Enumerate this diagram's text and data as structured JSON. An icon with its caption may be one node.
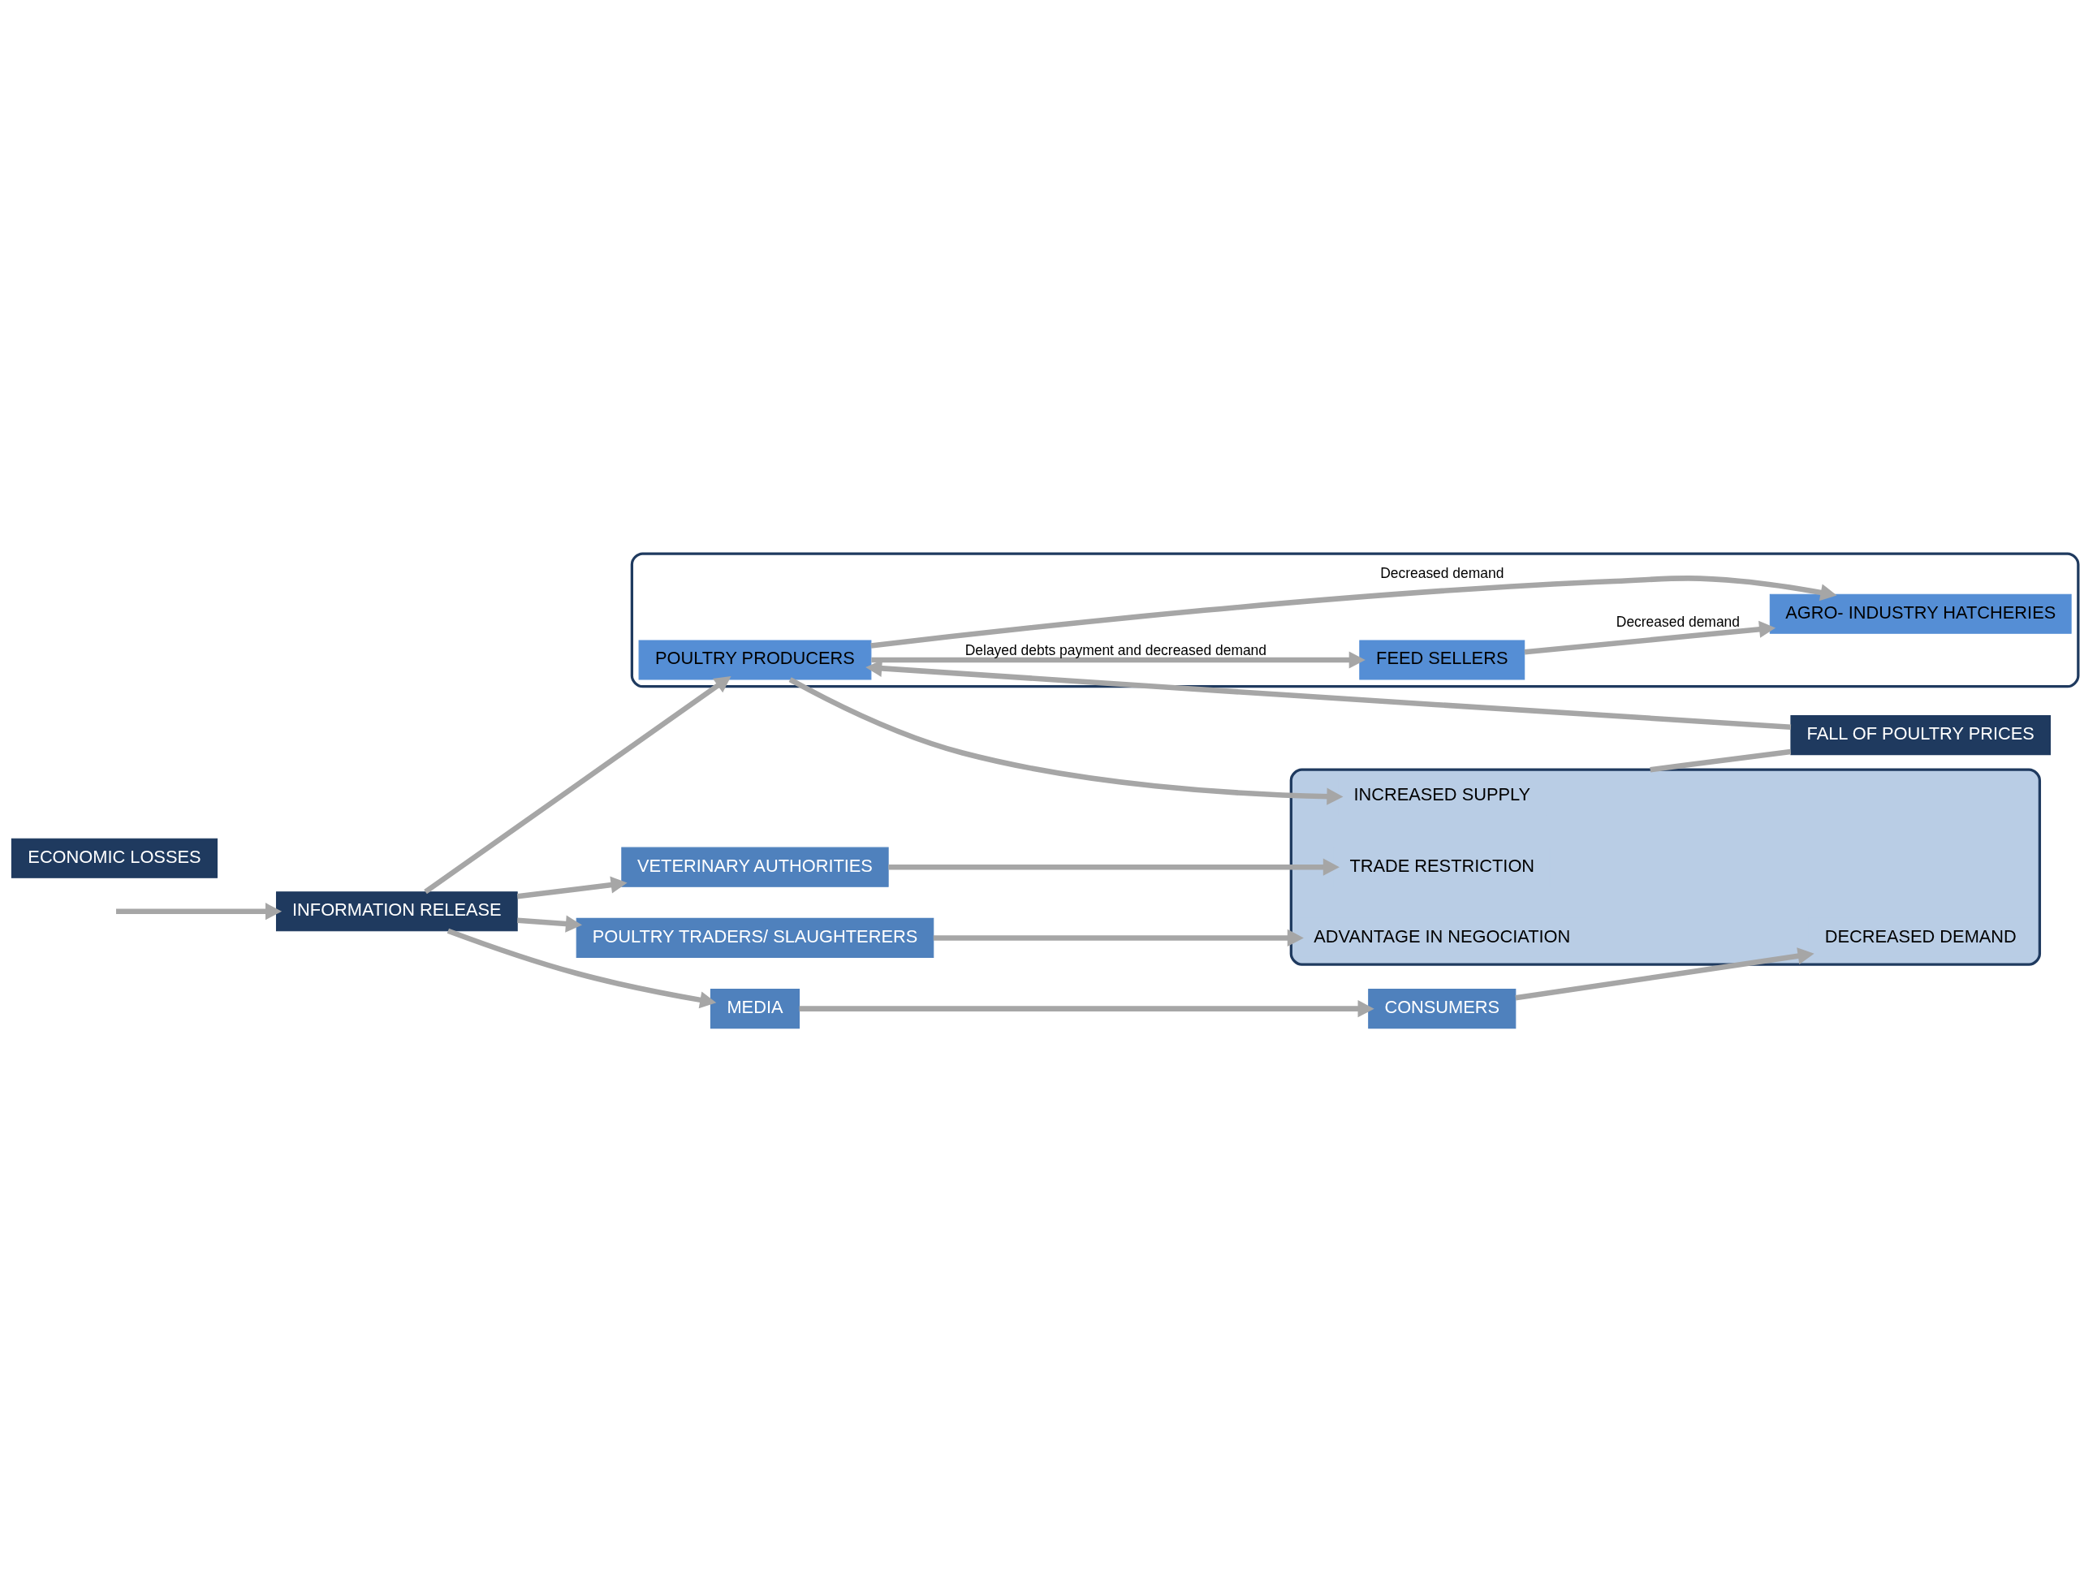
{
  "diagram": {
    "nodes": [
      {
        "text": [
          "INFORMATION RELEASE"
        ]
      },
      {
        "text": [
          "VETERINARY AUTHORITIES"
        ]
      },
      {
        "text": [
          "POULTRY TRADERS/ SLAUGHTERERS"
        ]
      },
      {
        "text": [
          "MEDIA"
        ]
      },
      {
        "text": [
          "CONSUMERS"
        ]
      },
      {
        "text": [],
        "shape": "box"
      },
      {
        "text": [
          "TRADE RESTRICTION"
        ],
        "in": 5
      },
      {
        "text": [
          "ADVANTAGE IN NEGOCIATION"
        ],
        "in": 5
      },
      {
        "text": [
          "DECREASED DEMAND"
        ],
        "in": 5
      },
      {
        "text": [
          "INCREASED SUPPLY"
        ],
        "in": 5
      },
      {
        "text": [],
        "shape": "box"
      },
      {
        "text": [
          "POULTRY PRODUCERS"
        ],
        "in": 10
      },
      {
        "text": [
          "FEED SELLERS"
        ],
        "in": 10
      },
      {
        "text": [
          "AGRO- INDUSTRY HATCHERIES"
        ],
        "in": 10
      },
      {
        "text": [
          "FALL OF POULTRY PRICES"
        ]
      },
      {
        "text": [
          "ECONOMIC LOSSES"
        ]
      }
    ],
    "edges": [
      {
        "from": null,
        "to": 0,
        "arrow": "to"
      },
      {
        "from": 0,
        "to": 1,
        "arrow": "to"
      },
      {
        "from": 0,
        "to": 2,
        "arrow": "to"
      },
      {
        "from": 0,
        "to": 3,
        "arrow": "to"
      },
      {
        "from": 0,
        "to": 11,
        "arrow": "to"
      },
      {
        "from": 1,
        "to": 6,
        "arrow": "to"
      },
      {
        "from": 2,
        "to": 7,
        "arrow": "to"
      },
      {
        "from": 3,
        "to": 4,
        "arrow": "to"
      },
      {
        "from": 4,
        "to": 8,
        "arrow": "to"
      },
      {
        "from": 11,
        "to": 9,
        "arrow": "to"
      },
      {
        "from": 5,
        "to": 14,
        "arrow": "none"
      },
      {
        "from": 14,
        "to": 11,
        "arrow": "to"
      },
      {
        "from": 11,
        "to": 12,
        "arrow": "to",
        "label": "Delayed debts payment and decreased demand"
      },
      {
        "from": 11,
        "to": 13,
        "arrow": "to",
        "label": "Decreased demand"
      },
      {
        "from": 12,
        "to": 13,
        "arrow": "to",
        "label": "Decreased demand"
      }
    ]
  }
}
